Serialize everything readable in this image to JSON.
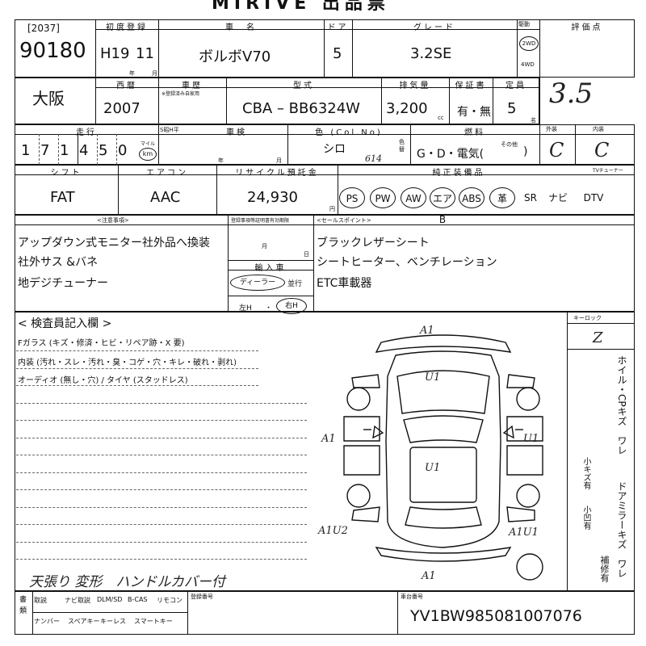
{
  "title": "MIRIVE 出品票",
  "header": {
    "lot_bracket": "[2037]",
    "lot_number": "90180",
    "labels": {
      "first_reg": "初度登録",
      "car_name": "車　名",
      "doors": "ドア",
      "grade": "グレード",
      "drive": "駆動",
      "rating": "評価点",
      "year_suffix": "年",
      "month_suffix": "月"
    },
    "first_reg_era": "H19",
    "first_reg_month": "11",
    "car_name": "ボルボV70",
    "doors": "5",
    "grade": "3.2SE",
    "drive_2wd": "2WD",
    "drive_4wd": "4WD",
    "rating_hand": "3.5"
  },
  "row2": {
    "region": "大阪",
    "labels": {
      "western_year": "西暦",
      "history": "車歴",
      "model": "型式",
      "displacement": "排気量",
      "warranty": "保証書",
      "capacity": "定員"
    },
    "history_sub": "※登録済み自家用",
    "western_year": "2007",
    "model": "CBA – BB6324W",
    "displacement": "3,200",
    "cc": "cc",
    "warranty": "有・無",
    "capacity": "5",
    "capacity_unit": "名"
  },
  "row3": {
    "labels": {
      "mileage": "走行",
      "inspection": "車検",
      "color": "色 (Col.No)",
      "fuel": "燃料",
      "exterior": "外装",
      "interior": "内装",
      "wareki": "S昭H平"
    },
    "mileage_digits": [
      "1",
      "7",
      "1",
      "4",
      "5",
      "0"
    ],
    "mile_label": "マイル",
    "km_label": "km",
    "inspection_year": "年",
    "inspection_month": "月",
    "color": "シロ",
    "color_code": "614",
    "color_change": "色替",
    "fuel": "G・D・電気(",
    "fuel_other": "その他",
    "fuel_close": ")",
    "exterior": "C",
    "interior": "C"
  },
  "row4": {
    "labels": {
      "shift": "シフト",
      "aircon": "エアコン",
      "recycle": "リサイクル預託金",
      "equipment": "純正装備品",
      "tuner": "TVチューナー"
    },
    "shift": "FAT",
    "aircon": "AAC",
    "recycle": "24,930",
    "yen": "円",
    "equip": [
      "PS",
      "PW",
      "AW",
      "エアB",
      "ABS",
      "革",
      "SR",
      "ナビ",
      "DTV"
    ]
  },
  "row5": {
    "notes_label": "<注意事項>",
    "notes": [
      "アップダウン式モニター社外品へ換装",
      "社外サス &バネ",
      "地デジチューナー"
    ],
    "expiry_label": "登録事項等証明書有効期限",
    "expiry_month": "月",
    "expiry_day": "日",
    "import_label": "輸入車",
    "dealer": "ディーラー",
    "parallel": "並行",
    "left": "左H",
    "right": "右H",
    "dot": "・",
    "sales_label": "<セールスポイント>",
    "sales": [
      "ブラックレザーシート",
      "シートヒーター、ベンチレーション",
      "ETC車載器"
    ]
  },
  "inspection": {
    "title": "< 検査員記入欄 >",
    "lines": [
      "Fガラス (キズ・修済・ヒビ・リペア跡・X 要)",
      "内装 (汚れ・スレ・汚れ・臭・コゲ・穴・キレ・破れ・剥れ)",
      "オーディオ (無し・穴) / タイヤ (スタッドレス)"
    ],
    "handnote": "天張り 変形　ハンドルカバー付",
    "diagram_marks": [
      "A1",
      "U1",
      "A1",
      "U1",
      "U1",
      "A1U2",
      "A1U1",
      "A1"
    ],
    "keylock_label": "キーロック",
    "keylock_value": "Z",
    "side_text": "ホイル・CPキズ　ワレ",
    "side_small": "小キズ有",
    "side_small2": "小凹有",
    "side_text2": "ドアミラーキズ　ワレ",
    "side_text3": "補修有"
  },
  "footer": {
    "docs_label": "書類",
    "items_row1": [
      "取説",
      "ナビ取説",
      "DLM/SD",
      "B-CAS",
      "リモコン"
    ],
    "items_row2": [
      "ナンバー",
      "スペアキー",
      "キーレス",
      "スマートキー"
    ],
    "reg_number_label": "登録番号",
    "chassis_label": "車台番号",
    "chassis": "YV1BW985081007076"
  }
}
